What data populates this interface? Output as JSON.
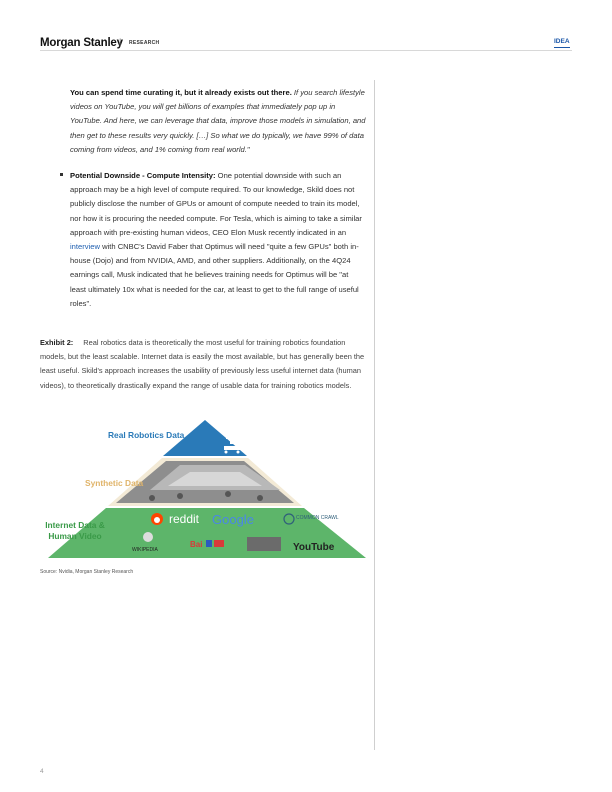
{
  "header": {
    "brand": "Morgan Stanley",
    "separator": "|",
    "section": "RESEARCH",
    "tag": "IDEA"
  },
  "quote": {
    "lead": "You can spend time curating it, but it already exists out there.",
    "body": " If you search lifestyle videos on YouTube, you will get billions of examples that immediately pop up in YouTube. And here, we can leverage that data, improve those models in simulation, and then get to these results very quickly. […] So what we do typically, we have 99% of data coming from videos, and 1% coming from real world.\""
  },
  "bullet": {
    "lead": "Potential Downside - Compute Intensity:",
    "part1": " One potential downside with such an approach may be a high level of compute required. To our knowledge, Skild does not publicly disclose the number of GPUs or amount of compute needed to train its model, nor how it is procuring the needed compute. For Tesla, which is aiming to take a similar approach with pre-existing human videos, CEO Elon Musk recently indicated in an ",
    "link": "interview",
    "part2": " with CNBC's David Faber that Optimus will need \"quite a few GPUs\" both in-house (Dojo) and from NVIDIA, AMD, and other suppliers. Additionally, on the 4Q24 earnings call, Musk indicated that he believes training needs for Optimus will be \"at least ultimately 10x what is needed for the car, at least to get to the full range of useful roles\"."
  },
  "exhibit": {
    "label": "Exhibit 2:",
    "caption": "Real robotics data is theoretically the most useful for training robotics foundation models, but the least scalable. Internet data is easily the most available, but has generally been the least useful. Skild's approach increases the usability of previously less useful internet data (human videos), to theoretically drastically expand the range of usable data for training robotics models."
  },
  "pyramid": {
    "tier_top": "Real Robotics Data",
    "tier_mid": "Synthetic Data",
    "tier_bottom": "Internet Data & Human Video",
    "logos": [
      "reddit",
      "Google",
      "COMMON CRAWL",
      "WIKIPEDIA",
      "Bai",
      "YouTube"
    ],
    "colors": {
      "top": "#2a7ab8",
      "mid_border": "#e6c48a",
      "bottom": "#5db56a"
    }
  },
  "source": "Source: Nvidia, Morgan Stanley Research",
  "page_number": "4"
}
